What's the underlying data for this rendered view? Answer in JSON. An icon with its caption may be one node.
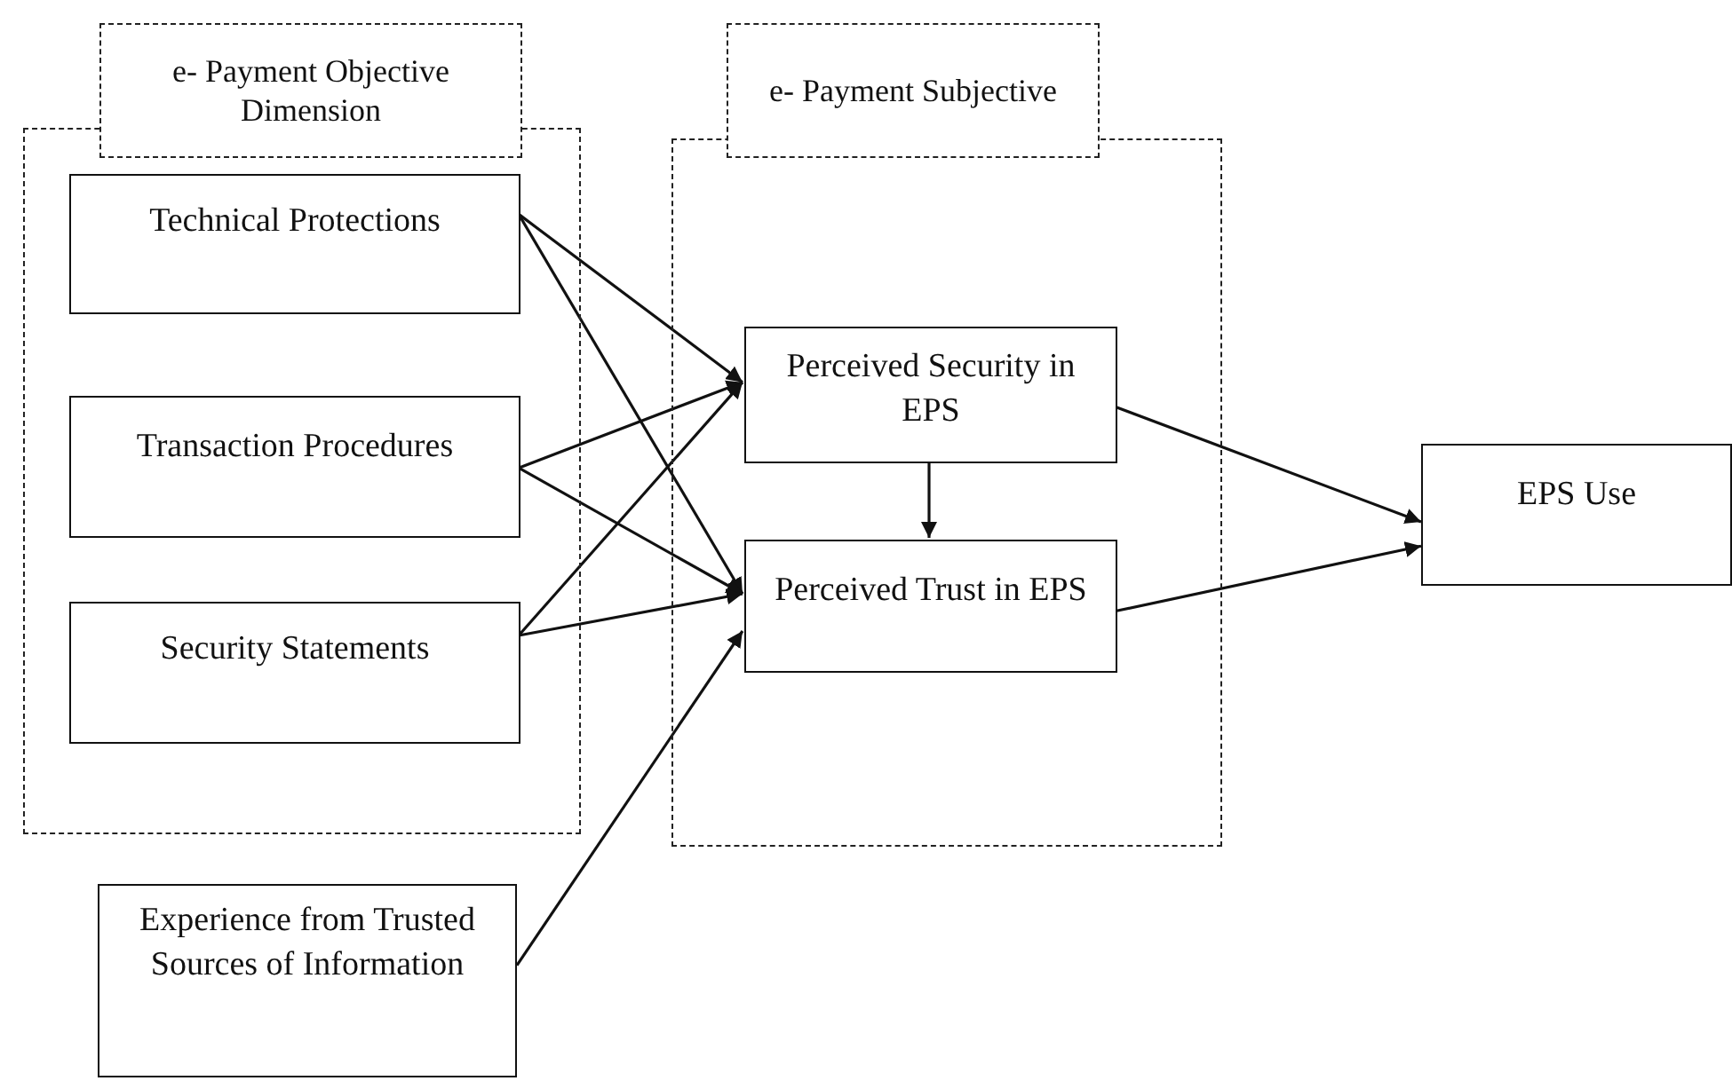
{
  "diagram": {
    "nodes": [
      {
        "text": [
          "e- Payment Objective Dimension"
        ]
      },
      {
        "text": [
          "Technical Protections"
        ],
        "in": 0
      },
      {
        "text": [
          "Transaction Procedures"
        ],
        "in": 0
      },
      {
        "text": [
          "Security Statements"
        ],
        "in": 0
      },
      {
        "text": [
          "e- Payment Subjective"
        ]
      },
      {
        "text": [
          "Perceived Security in EPS"
        ],
        "in": 4
      },
      {
        "text": [
          "Perceived Trust in EPS"
        ],
        "in": 4
      },
      {
        "text": [
          "EPS Use"
        ]
      },
      {
        "text": [
          "Experience from Trusted Sources of Information"
        ]
      }
    ],
    "edges": [
      {
        "from": 1,
        "to": 5,
        "arrow": "to"
      },
      {
        "from": 1,
        "to": 6,
        "arrow": "to"
      },
      {
        "from": 2,
        "to": 5,
        "arrow": "to"
      },
      {
        "from": 2,
        "to": 6,
        "arrow": "to"
      },
      {
        "from": 3,
        "to": 5,
        "arrow": "to"
      },
      {
        "from": 3,
        "to": 6,
        "arrow": "to"
      },
      {
        "from": 5,
        "to": 6,
        "arrow": "to"
      },
      {
        "from": 8,
        "to": 6,
        "arrow": "to"
      },
      {
        "from": 5,
        "to": 7,
        "arrow": "to"
      },
      {
        "from": 6,
        "to": 7,
        "arrow": "to"
      }
    ]
  }
}
